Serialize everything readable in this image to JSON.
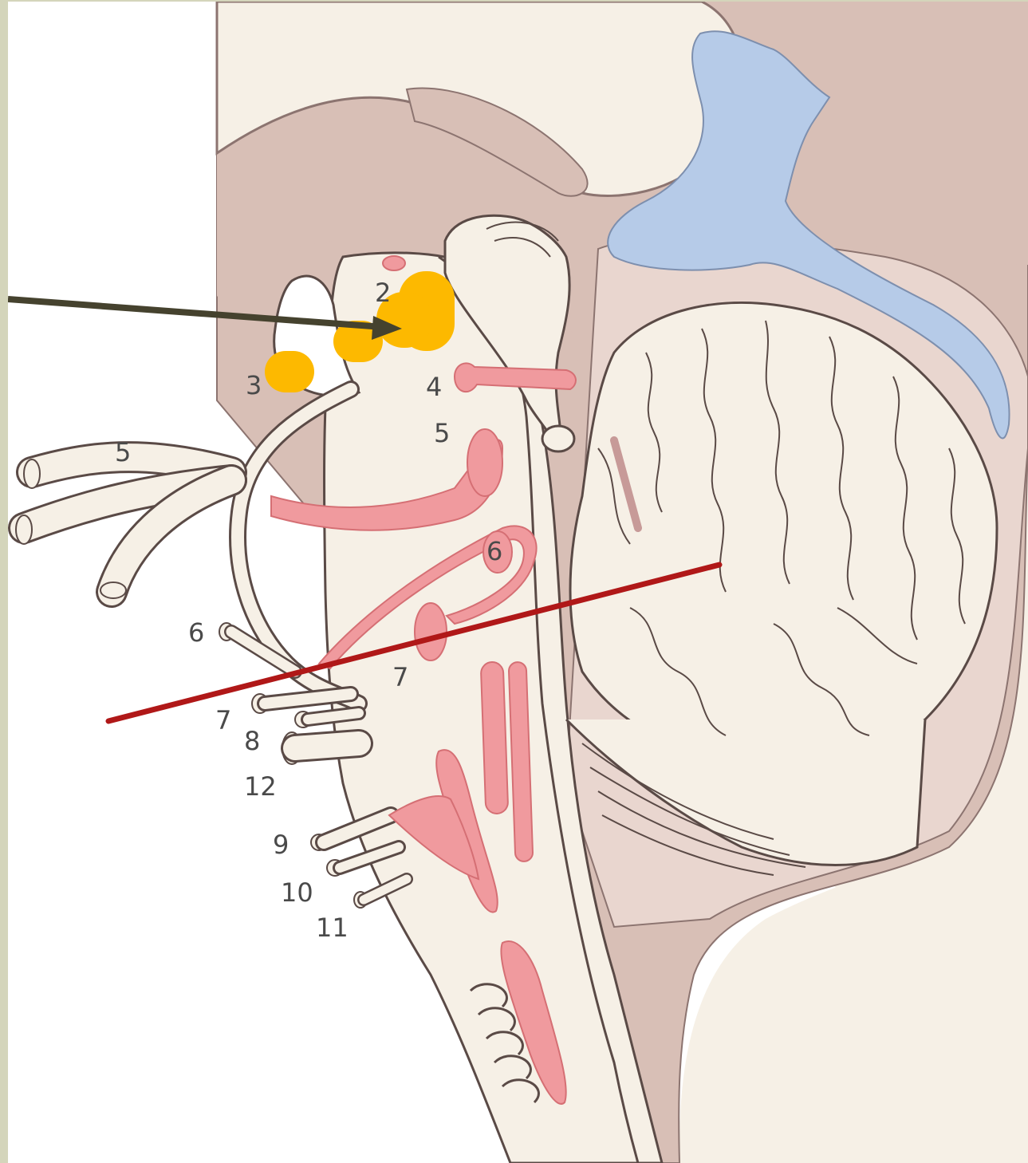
{
  "figure": {
    "nerve_labels": [
      {
        "id": "n2",
        "text": "2"
      },
      {
        "id": "n3",
        "text": "3"
      },
      {
        "id": "n4",
        "text": "4"
      },
      {
        "id": "n5-nucleus",
        "text": "5"
      },
      {
        "id": "n5-nerve",
        "text": "5"
      },
      {
        "id": "n6-nucleus",
        "text": "6"
      },
      {
        "id": "n6-nerve",
        "text": "6"
      },
      {
        "id": "n7-nucleus",
        "text": "7"
      },
      {
        "id": "n7-nerve",
        "text": "7"
      },
      {
        "id": "n8",
        "text": "8"
      },
      {
        "id": "n12",
        "text": "12"
      },
      {
        "id": "n9",
        "text": "9"
      },
      {
        "id": "n10",
        "text": "10"
      },
      {
        "id": "n11",
        "text": "11"
      }
    ],
    "colors": {
      "tissue": "#f6f0e6",
      "membrane": "#d8bfb6",
      "ventricle": "#b6cbe8",
      "nucleus": "#f09a9e",
      "highlight": "#fdb900",
      "arrow": "#45422e",
      "section_line": "#b01818",
      "outline": "#5a4a46",
      "frame": "#d4d5bb"
    }
  }
}
